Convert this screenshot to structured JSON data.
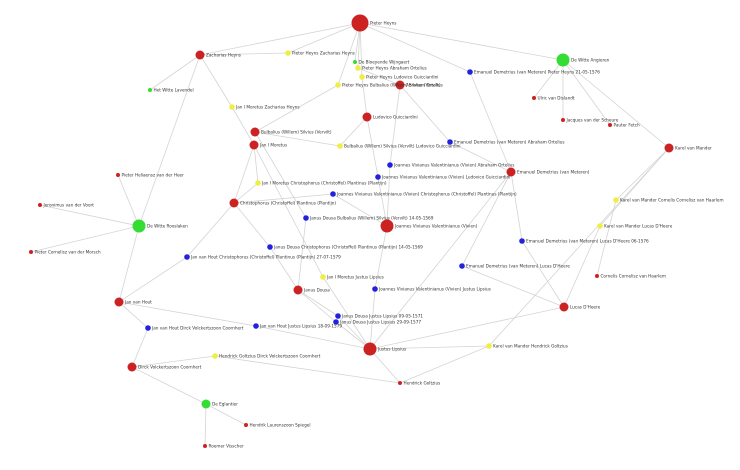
{
  "colors": {
    "person": "#cc2222",
    "institution": "#33dd33",
    "relation": "#eeee44",
    "event": "#2222dd",
    "edge": "#d4d4d4"
  },
  "nodes": [
    {
      "id": "pieter-heyns",
      "label": "Pieter Heyns",
      "type": "person",
      "size": "xl"
    },
    {
      "id": "zacharias-heyns",
      "label": "Zacharias Heyns",
      "type": "person",
      "size": "m"
    },
    {
      "id": "pieter-heyns-zacharias-heyns",
      "label": "Pieter Heyns Zacharias Heyns",
      "type": "relation",
      "size": "s"
    },
    {
      "id": "de-bloeyende-wijngaert",
      "label": "De Bloeyende Wijngaert",
      "type": "institution",
      "size": "xs"
    },
    {
      "id": "pieter-heyns-abraham-ortelius",
      "label": "Pieter Heyns Abraham Ortelius",
      "type": "relation",
      "size": "s"
    },
    {
      "id": "pieter-heyns-ludovico-guicciardini",
      "label": "Pieter Heyns Ludovico Guicciardini",
      "type": "relation",
      "size": "s"
    },
    {
      "id": "pieter-heyns-bulbalius",
      "label": "Pieter Heyns Bulbalius (Willem) Silvius (Vervilt)",
      "type": "relation",
      "size": "s"
    },
    {
      "id": "abraham-ortelius",
      "label": "Abraham Ortelius",
      "type": "person",
      "size": "m"
    },
    {
      "id": "het-witte-lavendel",
      "label": "Het Witte Lavendel",
      "type": "institution",
      "size": "xs"
    },
    {
      "id": "jan-i-moretus-zacharias-heyns",
      "label": "Jan I Moretus Zacharias Heyns",
      "type": "relation",
      "size": "s"
    },
    {
      "id": "ludovico-guicciardini",
      "label": "Ludovico Guicciardini",
      "type": "person",
      "size": "m"
    },
    {
      "id": "bulbalius",
      "label": "Bulbalius (Willem) Silvius (Vervilt)",
      "type": "person",
      "size": "m"
    },
    {
      "id": "jan-i-moretus",
      "label": "Jan I Moretus",
      "type": "person",
      "size": "m"
    },
    {
      "id": "bulbalius-ludovico",
      "label": "Bulbalius (Willem) Silvius (Vervilt) Ludovico Guicciardini",
      "type": "relation",
      "size": "s"
    },
    {
      "id": "emanuel-demetrius-abraham-ortelius",
      "label": "Emanuel Demetrius (van Meteren) Abraham Ortelius",
      "type": "event",
      "size": "s"
    },
    {
      "id": "emanuel-demetrius-pieter-heyns",
      "label": "Emanuel Demetrius (van Meteren) Pieter Heyns 21-05-1576",
      "type": "event",
      "size": "s"
    },
    {
      "id": "de-witte-angieren",
      "label": "De Witte Angieren",
      "type": "institution",
      "size": "l"
    },
    {
      "id": "ulrich-van-dislandt",
      "label": "Ulric van Dislandt",
      "type": "person",
      "size": "xs"
    },
    {
      "id": "jacques-van-der-scheure",
      "label": "Jacques van der Scheure",
      "type": "person",
      "size": "xs"
    },
    {
      "id": "pauter-fetch",
      "label": "Pauter Fetch",
      "type": "person",
      "size": "xs"
    },
    {
      "id": "karel-van-mander",
      "label": "Karel van Mander",
      "type": "person",
      "size": "m"
    },
    {
      "id": "joannes-vivianus-abraham-ortelius",
      "label": "Joannes Vivianus Valentinianus (Vivien) Abraham Ortelius",
      "type": "event",
      "size": "s"
    },
    {
      "id": "joannes-vivianus-ludovico",
      "label": "Joannes Vivianus Valentinianus (Vivien) Ludovico Guicciardini",
      "type": "event",
      "size": "s"
    },
    {
      "id": "emanuel-demetrius",
      "label": "Emanuel Demetrius (van Meteren)",
      "type": "person",
      "size": "m"
    },
    {
      "id": "pieter-heliaensz",
      "label": "Pieter Heliaensz van der Heer",
      "type": "person",
      "size": "xs"
    },
    {
      "id": "jan-i-moretus-christophorus",
      "label": "Jan I Moretus Christophorus (Christoffel) Plantinus (Plantijn)",
      "type": "relation",
      "size": "s"
    },
    {
      "id": "joannes-vivianus-christophorus",
      "label": "Joannes Vivianus Valentinianus (Vivien) Christophorus (Christoffel) Plantinus (Plantijn)",
      "type": "event",
      "size": "s"
    },
    {
      "id": "karel-van-mander-cornelis",
      "label": "Karel van Mander Cornelis Cornelisz van Haarlem",
      "type": "relation",
      "size": "s"
    },
    {
      "id": "jeronimus-van-der-voort",
      "label": "Jeronimus van der Voort",
      "type": "person",
      "size": "xs"
    },
    {
      "id": "christophorus-plantinus",
      "label": "Christophorus (Christoffel) Plantinus (Plantijn)",
      "type": "person",
      "size": "m"
    },
    {
      "id": "karel-van-mander-lucas",
      "label": "Karel van Mander Lucas D'Heere",
      "type": "relation",
      "size": "s"
    },
    {
      "id": "de-witte-rooslaken",
      "label": "De Witte Rooslaken",
      "type": "institution",
      "size": "l"
    },
    {
      "id": "janus-dousa-bulbalius",
      "label": "Janus Dousa Bulbalius (Willem) Silvius (Vervilt) 14-05-1569",
      "type": "event",
      "size": "s"
    },
    {
      "id": "joannes-vivianus",
      "label": "Joannes Vivianus Valentinianus (Vivien)",
      "type": "person",
      "size": "l"
    },
    {
      "id": "janus-dousa-christophorus",
      "label": "Janus Dousa Christophorus (Christoffel) Plantinus (Plantijn) 14-05-1569",
      "type": "event",
      "size": "s"
    },
    {
      "id": "emanuel-demetrius-lucas",
      "label": "Emanuel Demetrius (van Meteren) Lucas D'Heere 06-1576",
      "type": "event",
      "size": "s"
    },
    {
      "id": "pieter-cornelisz",
      "label": "Pieter Cornelisz van der Morsch",
      "type": "person",
      "size": "xs"
    },
    {
      "id": "jan-van-hout-christophorus",
      "label": "Jan van Hout Christophorus (Christoffel) Plantinus (Plantijn) 27-07-1579",
      "type": "event",
      "size": "s"
    },
    {
      "id": "emanuel-demetrius-lucas-2",
      "label": "Emanuel Demetrius (van Meteren) Lucas D'Heere",
      "type": "event",
      "size": "s"
    },
    {
      "id": "jan-i-moretus-justus-lipsius",
      "label": "Jan I Moretus Justus Lipsius",
      "type": "relation",
      "size": "s"
    },
    {
      "id": "cornelis-cornelisz",
      "label": "Cornelis Cornelisz van Haarlem",
      "type": "person",
      "size": "xs"
    },
    {
      "id": "janus-dousa",
      "label": "Janus Dousa",
      "type": "person",
      "size": "m"
    },
    {
      "id": "joannes-vivianus-justus-lipsius",
      "label": "Joannes Vivianus Valentinianus (Vivien) Justus Lipsius",
      "type": "event",
      "size": "s"
    },
    {
      "id": "jan-van-hout",
      "label": "Jan van Hout",
      "type": "person",
      "size": "m"
    },
    {
      "id": "lucas-dheere",
      "label": "Lucas D'Heere",
      "type": "person",
      "size": "m"
    },
    {
      "id": "janus-dousa-justus-lipsius-1571",
      "label": "Janus Dousa Justus Lipsius 09-05-1571",
      "type": "event",
      "size": "s"
    },
    {
      "id": "janus-dousa-justus-lipsius-1577",
      "label": "Janus Dousa Justus Lipsius 29-09-1577",
      "type": "event",
      "size": "s"
    },
    {
      "id": "jan-van-hout-dirck",
      "label": "Jan van Hout Dirck Volckertszoon Coornhert",
      "type": "event",
      "size": "s"
    },
    {
      "id": "jan-van-hout-justus-lipsius",
      "label": "Jan van Hout Justus Lipsius 18-09-1579",
      "type": "event",
      "size": "s"
    },
    {
      "id": "karel-van-mander-hendrick",
      "label": "Karel van Mander Hendrick Goltzius",
      "type": "relation",
      "size": "s"
    },
    {
      "id": "justus-lipsius",
      "label": "Justus Lipsius",
      "type": "person",
      "size": "l"
    },
    {
      "id": "hendrick-goltzius-dirck",
      "label": "Hendrick Goltzius Dirck Volckertszoon Coornhert",
      "type": "relation",
      "size": "s"
    },
    {
      "id": "dirck-volckertszoon",
      "label": "Dirck Volckertszoon Coornhert",
      "type": "person",
      "size": "m"
    },
    {
      "id": "hendrick-goltzius",
      "label": "Hendrick Goltzius",
      "type": "person",
      "size": "xs"
    },
    {
      "id": "de-eglantier",
      "label": "De Eglantier",
      "type": "institution",
      "size": "m"
    },
    {
      "id": "hendrik-laurenszoon-spiegel",
      "label": "Hendrik Laurenszoon Spiegel",
      "type": "person",
      "size": "xs"
    },
    {
      "id": "roemer-visscher",
      "label": "Roemer Visscher",
      "type": "person",
      "size": "xs"
    }
  ],
  "edges": [
    [
      "pieter-heyns",
      "zacharias-heyns"
    ],
    [
      "pieter-heyns",
      "pieter-heyns-zacharias-heyns"
    ],
    [
      "pieter-heyns",
      "pieter-heyns-abraham-ortelius"
    ],
    [
      "pieter-heyns",
      "pieter-heyns-ludovico-guicciardini"
    ],
    [
      "pieter-heyns",
      "pieter-heyns-bulbalius"
    ],
    [
      "pieter-heyns",
      "de-bloeyende-wijngaert"
    ],
    [
      "pieter-heyns",
      "emanuel-demetrius-pieter-heyns"
    ],
    [
      "pieter-heyns",
      "de-witte-angieren"
    ],
    [
      "zacharias-heyns",
      "pieter-heyns-zacharias-heyns"
    ],
    [
      "zacharias-heyns",
      "het-witte-lavendel"
    ],
    [
      "zacharias-heyns",
      "jan-i-moretus-zacharias-heyns"
    ],
    [
      "zacharias-heyns",
      "de-witte-rooslaken"
    ],
    [
      "jan-i-moretus-zacharias-heyns",
      "jan-i-moretus"
    ],
    [
      "pieter-heyns-abraham-ortelius",
      "abraham-ortelius"
    ],
    [
      "pieter-heyns-ludovico-guicciardini",
      "ludovico-guicciardini"
    ],
    [
      "pieter-heyns-bulbalius",
      "bulbalius"
    ],
    [
      "bulbalius",
      "bulbalius-ludovico"
    ],
    [
      "bulbalius-ludovico",
      "ludovico-guicciardini"
    ],
    [
      "abraham-ortelius",
      "emanuel-demetrius-abraham-ortelius"
    ],
    [
      "emanuel-demetrius-abraham-ortelius",
      "emanuel-demetrius"
    ],
    [
      "abraham-ortelius",
      "joannes-vivianus-abraham-ortelius"
    ],
    [
      "joannes-vivianus-abraham-ortelius",
      "joannes-vivianus"
    ],
    [
      "ludovico-guicciardini",
      "joannes-vivianus-ludovico"
    ],
    [
      "joannes-vivianus-ludovico",
      "joannes-vivianus"
    ],
    [
      "emanuel-demetrius-pieter-heyns",
      "emanuel-demetrius"
    ],
    [
      "de-witte-angieren",
      "ulrich-van-dislandt"
    ],
    [
      "de-witte-angieren",
      "jacques-van-der-scheure"
    ],
    [
      "de-witte-angieren",
      "pauter-fetch"
    ],
    [
      "de-witte-angieren",
      "karel-van-mander"
    ],
    [
      "karel-van-mander",
      "karel-van-mander-cornelis"
    ],
    [
      "karel-van-mander-cornelis",
      "cornelis-cornelisz"
    ],
    [
      "karel-van-mander",
      "karel-van-mander-lucas"
    ],
    [
      "karel-van-mander-lucas",
      "lucas-dheere"
    ],
    [
      "karel-van-mander",
      "karel-van-mander-hendrick"
    ],
    [
      "karel-van-mander-hendrick",
      "hendrick-goltzius"
    ],
    [
      "jan-i-moretus",
      "jan-i-moretus-christophorus"
    ],
    [
      "jan-i-moretus-christophorus",
      "christophorus-plantinus"
    ],
    [
      "jan-i-moretus",
      "jan-i-moretus-justus-lipsius"
    ],
    [
      "jan-i-moretus-justus-lipsius",
      "justus-lipsius"
    ],
    [
      "joannes-vivianus",
      "joannes-vivianus-christophorus"
    ],
    [
      "joannes-vivianus-christophorus",
      "christophorus-plantinus"
    ],
    [
      "joannes-vivianus",
      "joannes-vivianus-justus-lipsius"
    ],
    [
      "joannes-vivianus-justus-lipsius",
      "justus-lipsius"
    ],
    [
      "christophorus-plantinus",
      "janus-dousa-christophorus"
    ],
    [
      "janus-dousa-christophorus",
      "janus-dousa"
    ],
    [
      "bulbalius",
      "janus-dousa-bulbalius"
    ],
    [
      "janus-dousa-bulbalius",
      "janus-dousa"
    ],
    [
      "christophorus-plantinus",
      "jan-van-hout-christophorus"
    ],
    [
      "jan-van-hout-christophorus",
      "jan-van-hout"
    ],
    [
      "janus-dousa",
      "janus-dousa-justus-lipsius-1571"
    ],
    [
      "janus-dousa-justus-lipsius-1571",
      "justus-lipsius"
    ],
    [
      "janus-dousa",
      "janus-dousa-justus-lipsius-1577"
    ],
    [
      "janus-dousa-justus-lipsius-1577",
      "justus-lipsius"
    ],
    [
      "jan-van-hout",
      "jan-van-hout-justus-lipsius"
    ],
    [
      "jan-van-hout-justus-lipsius",
      "justus-lipsius"
    ],
    [
      "jan-van-hout",
      "jan-van-hout-dirck"
    ],
    [
      "jan-van-hout-dirck",
      "dirck-volckertszoon"
    ],
    [
      "jan-van-hout",
      "de-witte-rooslaken"
    ],
    [
      "de-witte-rooslaken",
      "pieter-heliaensz"
    ],
    [
      "de-witte-rooslaken",
      "jeronimus-van-der-voort"
    ],
    [
      "de-witte-rooslaken",
      "pieter-cornelisz"
    ],
    [
      "emanuel-demetrius",
      "emanuel-demetrius-lucas"
    ],
    [
      "emanuel-demetrius-lucas",
      "lucas-dheere"
    ],
    [
      "emanuel-demetrius",
      "emanuel-demetrius-lucas-2"
    ],
    [
      "emanuel-demetrius-lucas-2",
      "lucas-dheere"
    ],
    [
      "lucas-dheere",
      "justus-lipsius"
    ],
    [
      "justus-lipsius",
      "hendrick-goltzius"
    ],
    [
      "justus-lipsius",
      "karel-van-mander-hendrick"
    ],
    [
      "dirck-volckertszoon",
      "hendrick-goltzius-dirck"
    ],
    [
      "hendrick-goltzius-dirck",
      "hendrick-goltzius"
    ],
    [
      "dirck-volckertszoon",
      "de-eglantier"
    ],
    [
      "de-eglantier",
      "hendrik-laurenszoon-spiegel"
    ],
    [
      "de-eglantier",
      "roemer-visscher"
    ],
    [
      "jan-i-moretus",
      "christophorus-plantinus"
    ],
    [
      "emanuel-demetrius",
      "justus-lipsius"
    ]
  ]
}
